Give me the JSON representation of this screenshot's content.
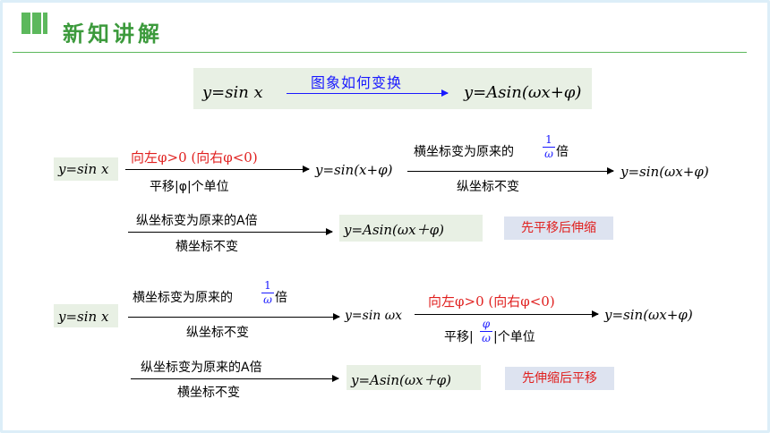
{
  "header": {
    "title": "新知讲解"
  },
  "top": {
    "left": "y=sin x",
    "arrow_label": "图象如何变换",
    "right": "y=Asin(ωx+φ)"
  },
  "row1": {
    "start": "y=sin x",
    "shift_cond": "向左φ>0 (向右φ<0)",
    "shift_amount": "平移|φ|个单位",
    "mid": "y=sin(x+φ)",
    "stretch_x_pre": "横坐标变为原来的",
    "stretch_x_frac_num": "1",
    "stretch_x_frac_den": "ω",
    "stretch_x_post": "倍",
    "stretch_x_note": "纵坐标不变",
    "end": "y=sin(ωx+φ)",
    "stretch_y": "纵坐标变为原来的A倍",
    "stretch_y_note": "横坐标不变",
    "final": "y=Asin(ωx＋φ)",
    "tag": "先平移后伸缩"
  },
  "row2": {
    "start": "y=sin x",
    "stretch_x_pre": "横坐标变为原来的",
    "stretch_x_frac_num": "1",
    "stretch_x_frac_den": "ω",
    "stretch_x_post": "倍",
    "stretch_x_note": "纵坐标不变",
    "mid": "y=sin ωx",
    "shift_cond": "向左φ>0 (向右φ<0)",
    "shift_pre": "平移|",
    "shift_frac_num": "φ",
    "shift_frac_den": "ω",
    "shift_post": "|个单位",
    "end": "y=sin(ωx+φ)",
    "stretch_y": "纵坐标变为原来的A倍",
    "stretch_y_note": "横坐标不变",
    "final": "y=Asin(ωx＋φ)",
    "tag": "先伸缩后平移"
  }
}
